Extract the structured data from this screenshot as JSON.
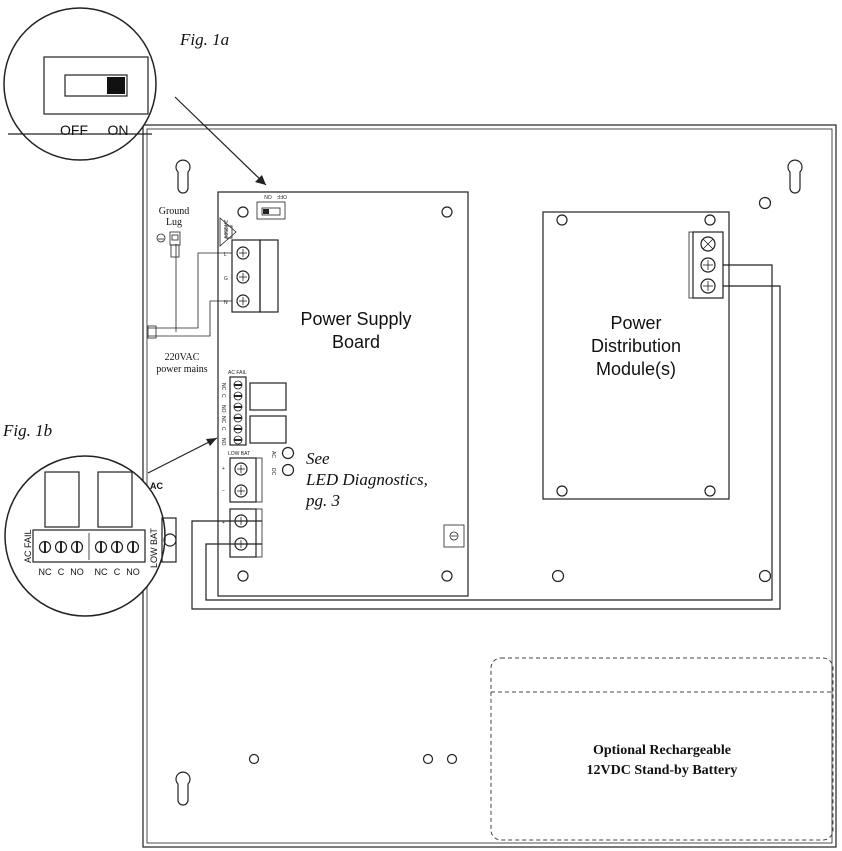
{
  "figures": {
    "fig1a_label": "Fig. 1a",
    "fig1b_label": "Fig. 1b"
  },
  "switch": {
    "off_label": "OFF",
    "on_label": "ON",
    "small_off": "OFF",
    "small_on": "ON"
  },
  "ground": {
    "label_line1": "Ground",
    "label_line2": "Lug"
  },
  "mains": {
    "label_line1": "220VAC",
    "label_line2": "power mains"
  },
  "psu": {
    "title_line1": "Power Supply",
    "title_line2": "Board",
    "terminal_labels": [
      "L",
      "G",
      "N"
    ],
    "fuse_label": "2A 250V",
    "acfail_label": "AC FAIL",
    "lowbat_label": "LOW BAT",
    "relay_pins": [
      "NC",
      "C",
      "NO",
      "NC",
      "C",
      "NO"
    ],
    "dc_out_labels": [
      "+",
      "−"
    ],
    "bat_labels": [
      "+",
      "−"
    ],
    "led_labels": [
      "AC",
      "DC"
    ]
  },
  "led_note": {
    "line1": "See",
    "line2": "LED Diagnostics,",
    "line3": "pg. 3"
  },
  "pdm": {
    "title_line1": "Power",
    "title_line2": "Distribution",
    "title_line3": "Module(s)"
  },
  "zoom1b": {
    "acfail_label": "AC FAIL",
    "lowbat_label": "LOW BAT",
    "pins": [
      "NC",
      "C",
      "NO",
      "NC",
      "C",
      "NO"
    ],
    "edge_label": "AC"
  },
  "battery": {
    "label_line1": "Optional Rechargeable",
    "label_line2": "12VDC Stand-by Battery"
  }
}
